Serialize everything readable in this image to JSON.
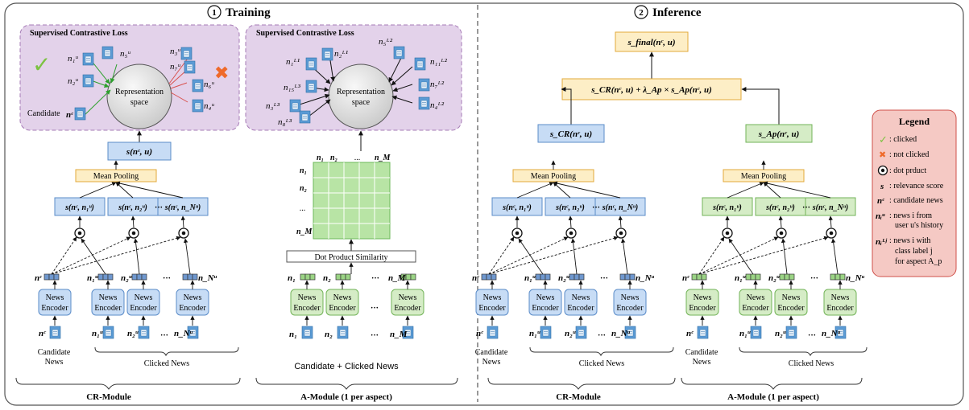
{
  "sections": {
    "training": {
      "number": "1",
      "title": "Training"
    },
    "inference": {
      "number": "2",
      "title": "Inference"
    }
  },
  "panels": {
    "cr_loss_title": "Supervised Contrastive Loss",
    "a_loss_title": "Supervised Contrastive Loss",
    "representation_space": [
      "Representation",
      "space"
    ],
    "candidate_label": "Candidate",
    "cr_points_pos": [
      "n₁ᵘ",
      "n₂ᵘ",
      "n₅ᵘ"
    ],
    "cr_points_neg": [
      "n₃ᵘ",
      "n₇ᵘ",
      "n₆ᵘ",
      "n₄ᵘ"
    ],
    "cr_candidate_point": "nᶜ",
    "a_points": [
      "n₁ᴸ¹",
      "n₂ᴸ¹",
      "n₅ᴸ²",
      "n₁₁ᴸ²",
      "n₁₅ᴸ³",
      "n₇ᴸ²",
      "n₃ᴸ³",
      "n₄ᴸ²",
      "n₈ᴸ³"
    ]
  },
  "blocks": {
    "mean_pooling": "Mean Pooling",
    "dot_product_similarity": "Dot Product Similarity",
    "news_encoder": [
      "News",
      "Encoder"
    ],
    "s_nc_u": "s(nᶜ, u)",
    "s_cr": "s_CR(nᶜ, u)",
    "s_ap": "s_Ap(nᶜ, u)",
    "s_final": "s_final(nᶜ, u)",
    "combine": "s_CR(nᶜ, u) + λ_Ap × s_Ap(nᶜ, u)",
    "scores": [
      "s(nᶜ, n₁ᵘ)",
      "s(nᶜ, n₂ᵘ)",
      "s(nᶜ, n_Nᵘ)"
    ],
    "dots": "···"
  },
  "labels": {
    "candidate_news": [
      "Candidate",
      "News"
    ],
    "clicked_news": "Clicked News",
    "candidate_clicked_news": "Candidate + Clicked News",
    "cr_module": "CR-Module",
    "a_module": "A-Module (1 per aspect)",
    "nc": "nᶜ",
    "n1u": "n₁ᵘ",
    "n2u": "n₂ᵘ",
    "nNu": "n_Nᵘ",
    "n1": "n₁",
    "n2": "n₂",
    "nM": "n_M",
    "matrix_cols": [
      "n₁",
      "n₂",
      "...",
      "n_M"
    ],
    "matrix_rows": [
      "n₁",
      "n₂",
      "...",
      "n_M"
    ]
  },
  "legend": {
    "title": "Legend",
    "items": [
      {
        "symbol": "✓",
        "text": ": clicked"
      },
      {
        "symbol": "✖",
        "text": ": not clicked"
      },
      {
        "symbol": "⊙",
        "text": ": dot prduct"
      },
      {
        "symbol": "s",
        "text": ": relevance score"
      },
      {
        "symbol": "nᶜ",
        "text": ": candidate news"
      },
      {
        "symbol": "nᵢᵘ",
        "text": ":  news i from",
        "text2": "user u's history"
      },
      {
        "symbol": "nᵢᴸʲ",
        "text": ": news i with",
        "text2": "class label j",
        "text3": "for aspect A_p"
      }
    ]
  },
  "colors": {
    "blue_fill": "#c7dcf5",
    "blue_stroke": "#5b8cc8",
    "green_fill": "#d5ecc6",
    "green_stroke": "#72b358",
    "yellow_fill": "#fdeec6",
    "yellow_stroke": "#e2a93b",
    "purple_fill": "#e3d2ea",
    "purple_stroke": "#a67bb6",
    "legend_fill": "#f5c9c4",
    "legend_stroke": "#d0504a",
    "check": "#7cc242",
    "cross": "#ef6a2a",
    "edge_green": "#2ca02c",
    "edge_red": "#d9534f"
  }
}
